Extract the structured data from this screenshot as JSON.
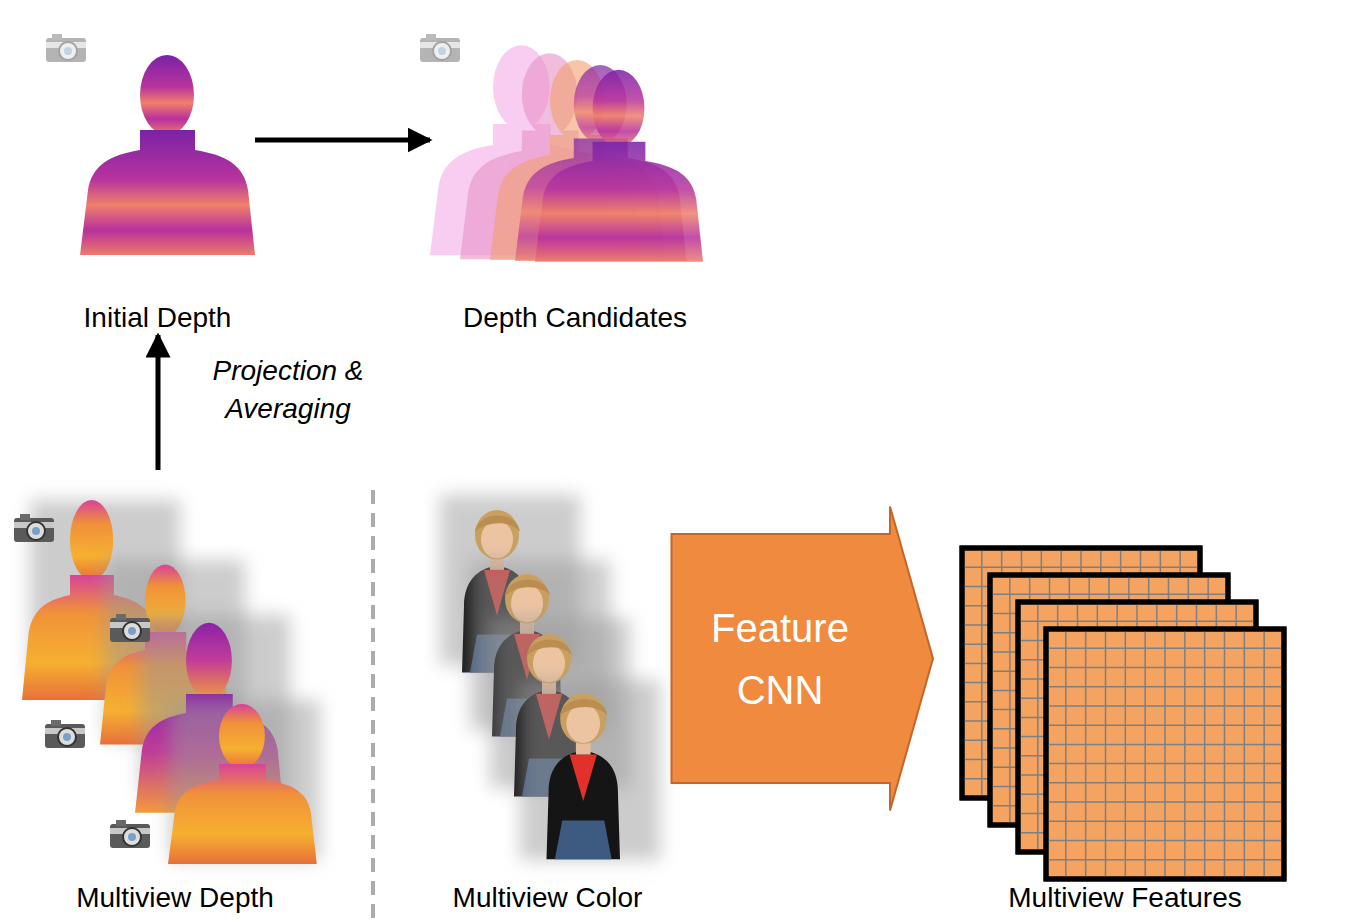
{
  "diagram": {
    "nodes": [
      {
        "text": [
          "Initial Depth"
        ]
      },
      {
        "text": [
          "Depth Candidates"
        ]
      },
      {
        "text": [
          "Multiview Depth"
        ]
      },
      {
        "text": [
          "Multiview Color"
        ]
      },
      {
        "text": [
          "Feature CNN"
        ]
      },
      {
        "text": [
          "Multiview Features"
        ]
      }
    ],
    "edges": [
      {
        "from": 0,
        "to": 1,
        "arrow": "to"
      },
      {
        "from": 2,
        "to": 0,
        "arrow": "to",
        "label": "Projection & Averaging"
      }
    ]
  }
}
